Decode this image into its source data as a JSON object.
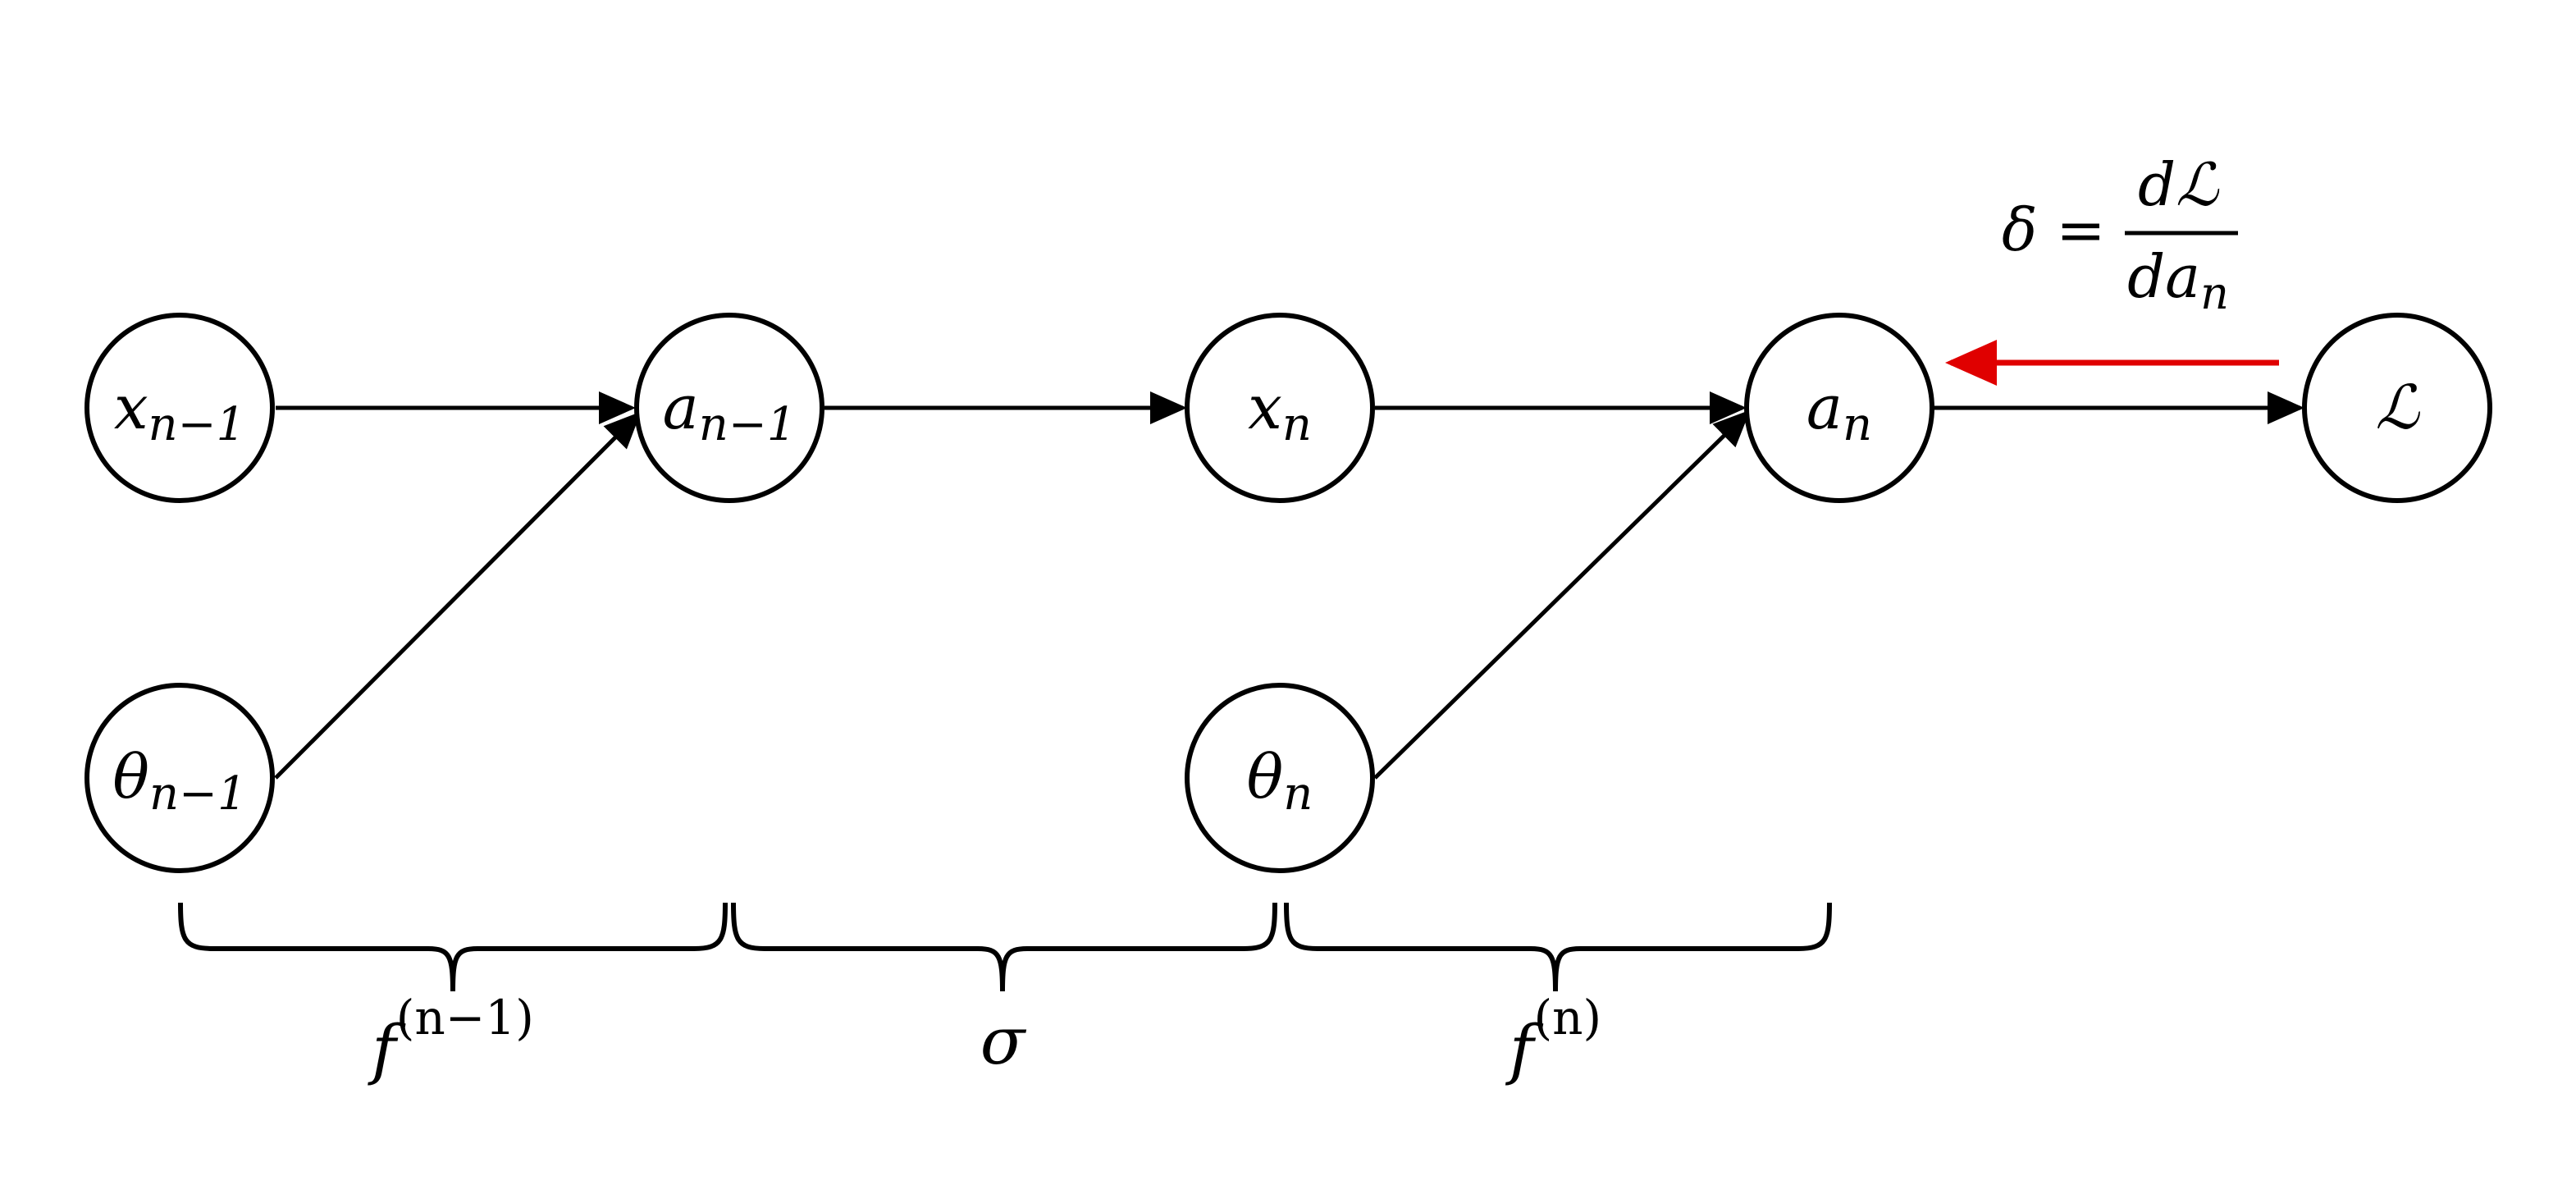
{
  "colors": {
    "ink": "#000000",
    "gradient_arrow": "#e00000",
    "background": "#ffffff"
  },
  "nodes": {
    "x_prev": {
      "base": "x",
      "sub": "n−1"
    },
    "a_prev": {
      "base": "a",
      "sub": "n−1"
    },
    "x_n": {
      "base": "x",
      "sub": "n"
    },
    "a_n": {
      "base": "a",
      "sub": "n"
    },
    "loss": {
      "base": "ℒ",
      "sub": ""
    },
    "theta_prev": {
      "base": "θ",
      "sub": "n−1"
    },
    "theta_n": {
      "base": "θ",
      "sub": "n"
    }
  },
  "edges": [
    {
      "from": "x_prev",
      "to": "a_prev"
    },
    {
      "from": "theta_prev",
      "to": "a_prev"
    },
    {
      "from": "a_prev",
      "to": "x_n"
    },
    {
      "from": "x_n",
      "to": "a_n"
    },
    {
      "from": "theta_n",
      "to": "a_n"
    },
    {
      "from": "a_n",
      "to": "loss"
    }
  ],
  "gradient": {
    "from": "loss",
    "to": "a_n",
    "formula": {
      "lhs": "δ =",
      "numerator": "dℒ",
      "denominator_base": "da",
      "denominator_sub": "n"
    }
  },
  "braces": [
    {
      "name": "f-n-minus-1",
      "base": "f",
      "sup": "(n−1)"
    },
    {
      "name": "sigma",
      "base": "σ",
      "sup": ""
    },
    {
      "name": "f-n",
      "base": "f",
      "sup": "(n)"
    }
  ]
}
